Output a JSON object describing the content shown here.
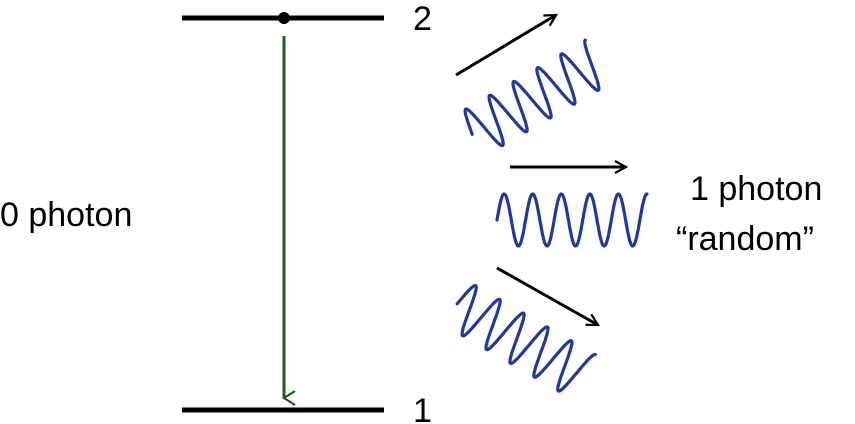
{
  "levels": {
    "upper_label": "2",
    "lower_label": "1"
  },
  "left_text": "0 photon",
  "right_text": {
    "line1": "1 photon",
    "line2": "“random”"
  },
  "colors": {
    "level_line": "#000000",
    "transition_arrow": "#1a5e1a",
    "wave": "#1f3a9e",
    "direction_arrow": "#000000"
  },
  "icons": [
    "transition-arrow-icon",
    "wave-icon",
    "direction-arrow-icon",
    "electron-dot-icon"
  ]
}
